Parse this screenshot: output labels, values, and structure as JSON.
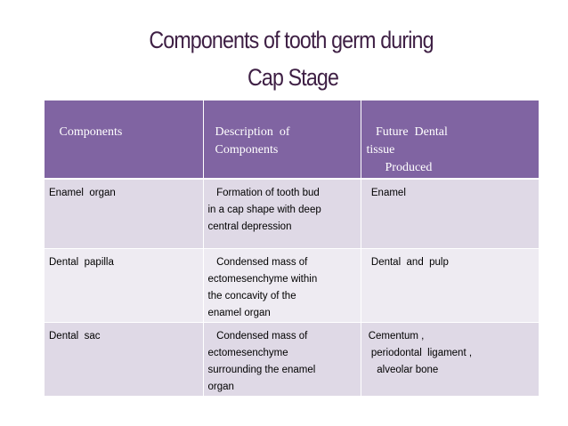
{
  "title_line1": "Components of tooth germ during",
  "title_line2": "Cap Stage",
  "table": {
    "headers": [
      "   Components",
      "  Description  of\n  Components",
      "   Future  Dental\ntissue\n      Produced"
    ],
    "rows": [
      [
        "Enamel  organ",
        "   Formation of tooth bud\nin a cap shape with deep\ncentral depression",
        "  Enamel"
      ],
      [
        "Dental  papilla",
        "   Condensed mass of\nectomesenchyme within\nthe concavity of the\nenamel organ",
        "  Dental  and  pulp"
      ],
      [
        "Dental  sac",
        "   Condensed mass of\nectomesenchyme\nsurrounding the enamel\norgan",
        " Cementum ,\n  periodontal  ligament ,\n    alveolar bone"
      ]
    ]
  }
}
